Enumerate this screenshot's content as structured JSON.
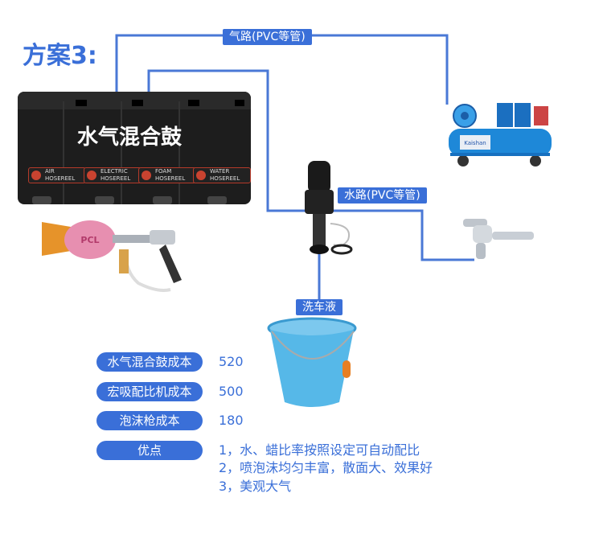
{
  "title": "方案3:",
  "labels": {
    "air_line": "气路(PVC等管)",
    "water_line": "水路(PVC等管)",
    "detergent": "洗车液",
    "drum": "水气混合鼓"
  },
  "drum_tags": [
    {
      "text": "AIR HOSEREEL",
      "icon": "air-icon"
    },
    {
      "text": "ELECTRIC HOSEREEL",
      "icon": "electric-icon"
    },
    {
      "text": "FOAM HOSEREEL",
      "icon": "foam-icon"
    },
    {
      "text": "WATER HOSEREEL",
      "icon": "water-icon"
    }
  ],
  "compressor_brand": "Kaishan",
  "bottle_label": "PCL",
  "costs": [
    {
      "label": "水气混合鼓成本",
      "value": "520"
    },
    {
      "label": "宏吸配比机成本",
      "value": "500"
    },
    {
      "label": "泡沫枪成本",
      "value": "180"
    }
  ],
  "advantages": {
    "label": "优点",
    "items": [
      "1，水、蜡比率按照设定可自动配比",
      "2，喷泡沫均匀丰富，散面大、效果好",
      "3，美观大气"
    ]
  },
  "colors": {
    "accent": "#3a6fd8",
    "drum": "#1d1d1d",
    "bucket": "#56b8e8",
    "compressor": "#1e88d8"
  }
}
